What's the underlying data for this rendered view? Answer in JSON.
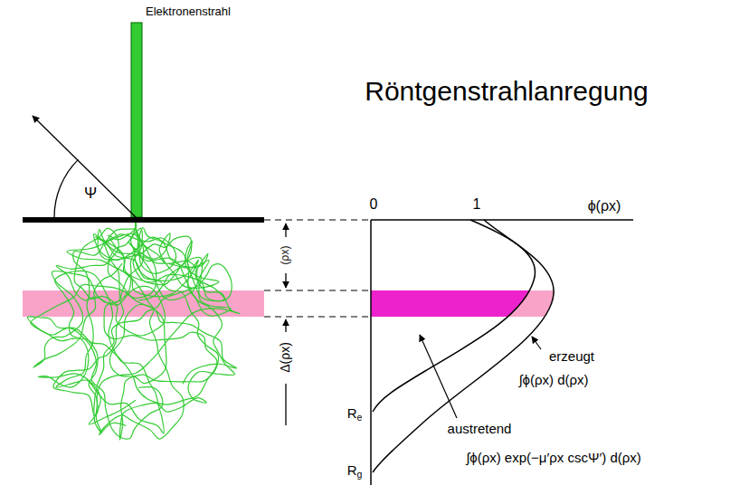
{
  "diagram": {
    "title": "Röntgenstrahlanregung",
    "labels": [
      "Elektronenstrahl",
      "Ψ",
      "0",
      "1",
      "ϕ(ρx)",
      "(ρx)",
      "Δ(ρx)",
      "Re",
      "Rg",
      "erzeugt",
      "∫ϕ(ρx) d(ρx)",
      "austretend",
      "∫ϕ(ρx) exp(−μ′ρx cscΨ′) d(ρx)"
    ]
  }
}
